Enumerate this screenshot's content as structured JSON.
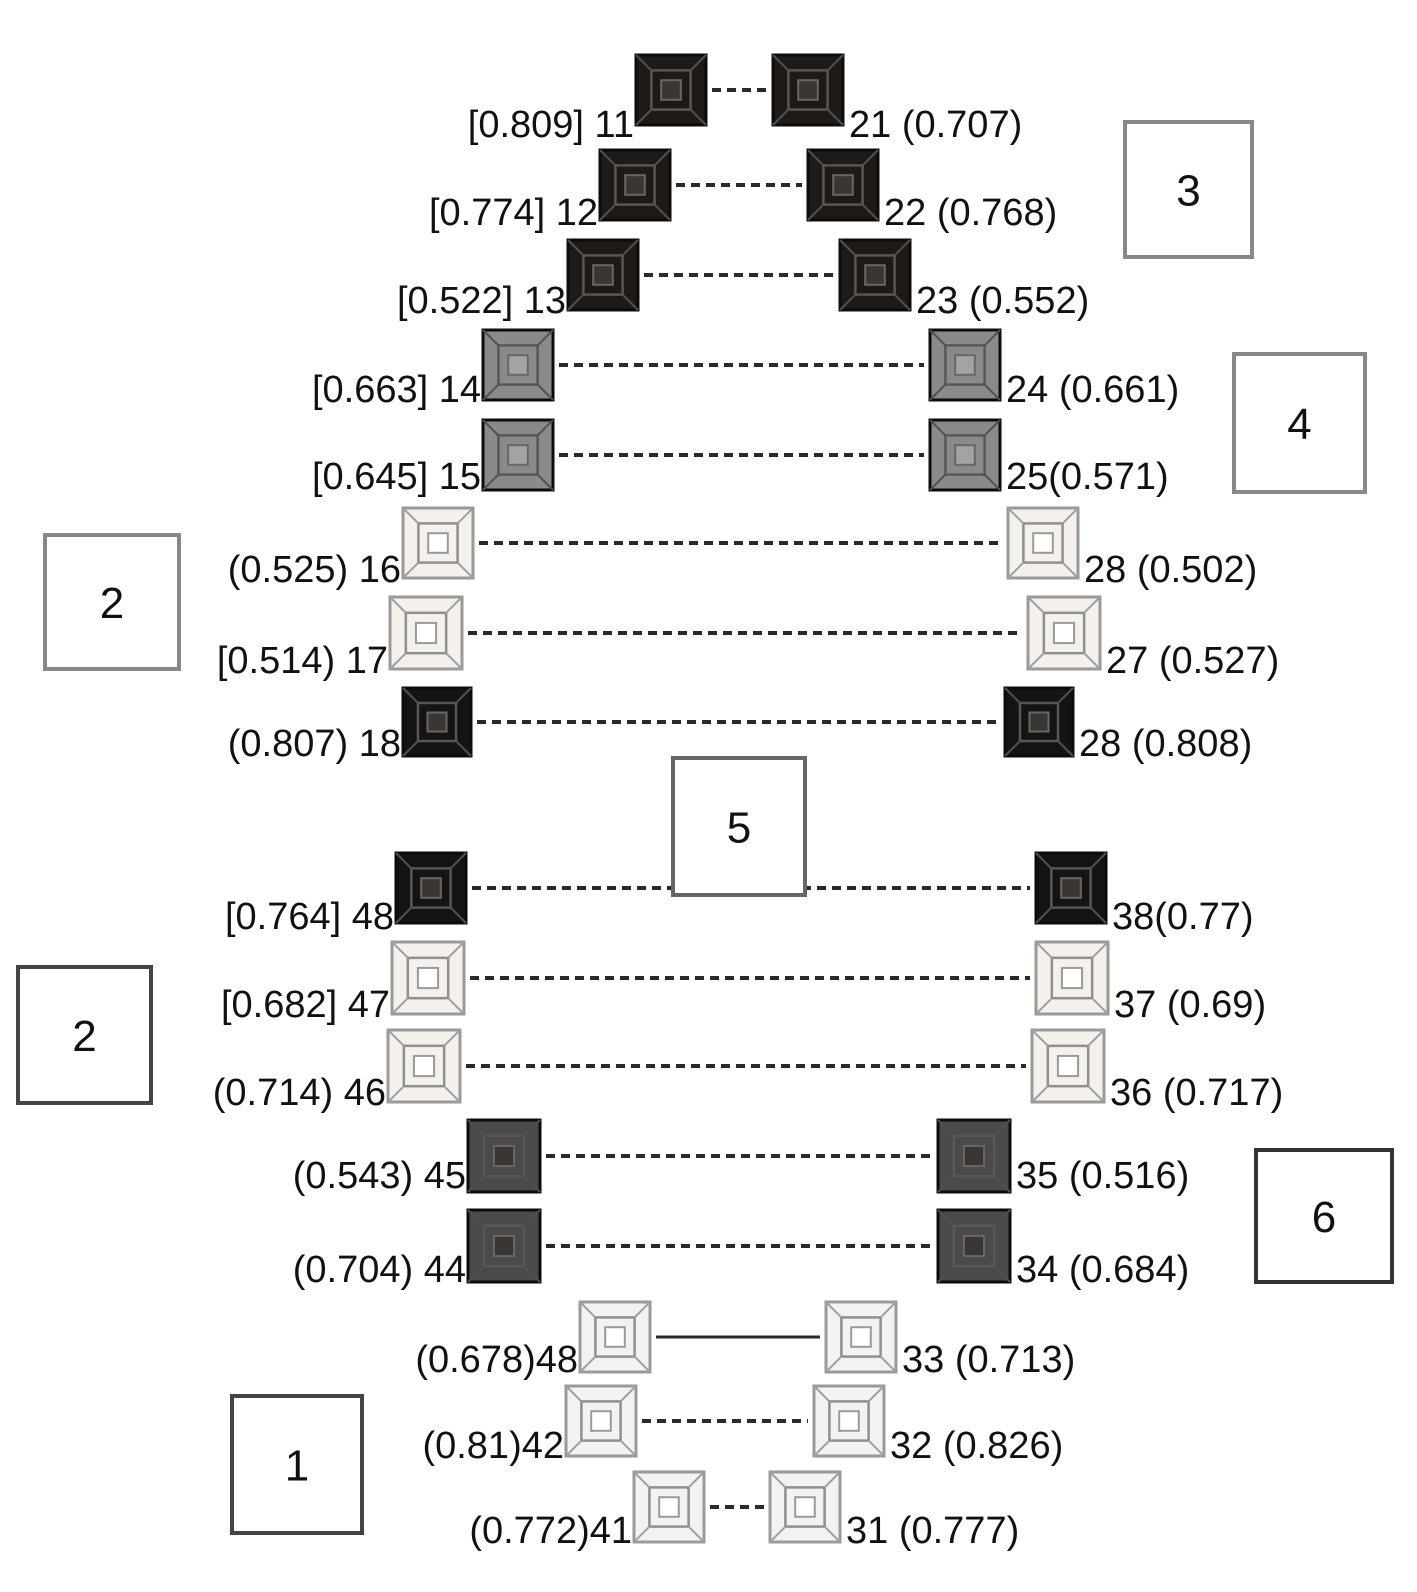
{
  "groups": [
    {
      "label": "3"
    },
    {
      "label": "4"
    },
    {
      "label": "2"
    },
    {
      "label": "5"
    },
    {
      "label": "2"
    },
    {
      "label": "6"
    },
    {
      "label": "1"
    }
  ],
  "pairs": [
    {
      "left_label": "[0.809] 11",
      "right_label": "21 (0.707)",
      "shade": "#1e1a18"
    },
    {
      "left_label": "[0.774] 12",
      "right_label": "22 (0.768)",
      "shade": "#1e1a18"
    },
    {
      "left_label": "[0.522] 13",
      "right_label": "23 (0.552)",
      "shade": "#1e1a18"
    },
    {
      "left_label": "[0.663] 14",
      "right_label": "24 (0.661)",
      "shade": "#8a8a8a"
    },
    {
      "left_label": "[0.645] 15",
      "right_label": "25(0.571)",
      "shade": "#8a8a8a"
    },
    {
      "left_label": "(0.525) 16",
      "right_label": "28 (0.502)",
      "shade": "#f4f0ec"
    },
    {
      "left_label": "[0.514) 17",
      "right_label": "27 (0.527)",
      "shade": "#f4f0ec"
    },
    {
      "left_label": "(0.807) 18",
      "right_label": "28 (0.808)",
      "shade": "#141414"
    },
    {
      "left_label": "[0.764] 48",
      "right_label": "38(0.77)",
      "shade": "#141414"
    },
    {
      "left_label": "[0.682] 47",
      "right_label": "37 (0.69)",
      "shade": "#f4f0ec"
    },
    {
      "left_label": "(0.714) 46",
      "right_label": "36 (0.717)",
      "shade": "#f4f0ec"
    },
    {
      "left_label": "(0.543) 45",
      "right_label": "35 (0.516)",
      "shade": "#4a4a4a"
    },
    {
      "left_label": "(0.704) 44",
      "right_label": "34 (0.684)",
      "shade": "#4a4a4a"
    },
    {
      "left_label": "(0.678)48",
      "right_label": "33 (0.713)",
      "shade": "#f2f2f2"
    },
    {
      "left_label": "(0.81)42",
      "right_label": "32 (0.826)",
      "shade": "#f2f2f2"
    },
    {
      "left_label": "(0.772)41",
      "right_label": "31 (0.777)",
      "shade": "#f2f2f2"
    }
  ]
}
